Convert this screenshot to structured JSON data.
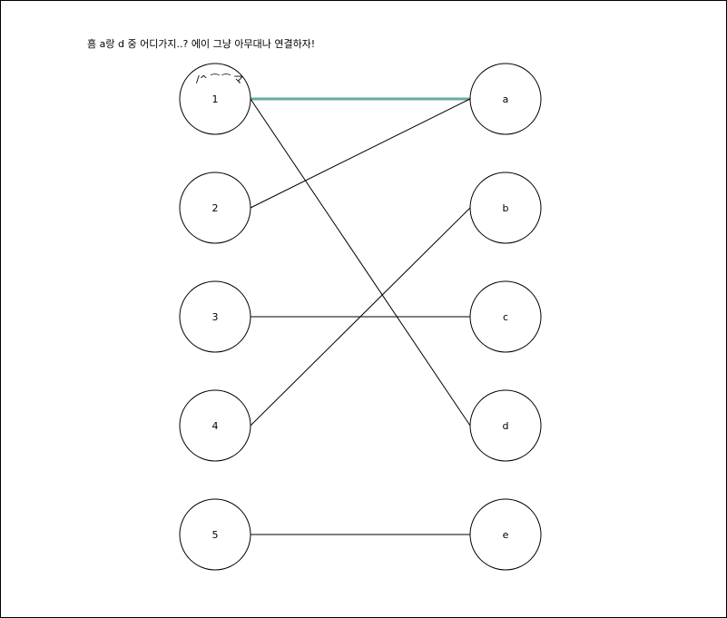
{
  "caption": "흠 a랑 d 중 어디가지..? 에이 그냥 아무대나 연결하자!",
  "annotation": "/^ ⁀ ⁀ マ",
  "left_nodes": [
    {
      "id": "1",
      "label": "1"
    },
    {
      "id": "2",
      "label": "2"
    },
    {
      "id": "3",
      "label": "3"
    },
    {
      "id": "4",
      "label": "4"
    },
    {
      "id": "5",
      "label": "5"
    }
  ],
  "right_nodes": [
    {
      "id": "a",
      "label": "a"
    },
    {
      "id": "b",
      "label": "b"
    },
    {
      "id": "c",
      "label": "c"
    },
    {
      "id": "d",
      "label": "d"
    },
    {
      "id": "e",
      "label": "e"
    }
  ],
  "edges": [
    {
      "from": "1",
      "to": "a",
      "highlight": true
    },
    {
      "from": "1",
      "to": "d",
      "highlight": false
    },
    {
      "from": "2",
      "to": "a",
      "highlight": false
    },
    {
      "from": "3",
      "to": "c",
      "highlight": false
    },
    {
      "from": "4",
      "to": "b",
      "highlight": false
    },
    {
      "from": "5",
      "to": "e",
      "highlight": false
    }
  ],
  "colors": {
    "stroke": "#000000",
    "highlight": "#67ab9f",
    "fill": "#ffffff"
  }
}
